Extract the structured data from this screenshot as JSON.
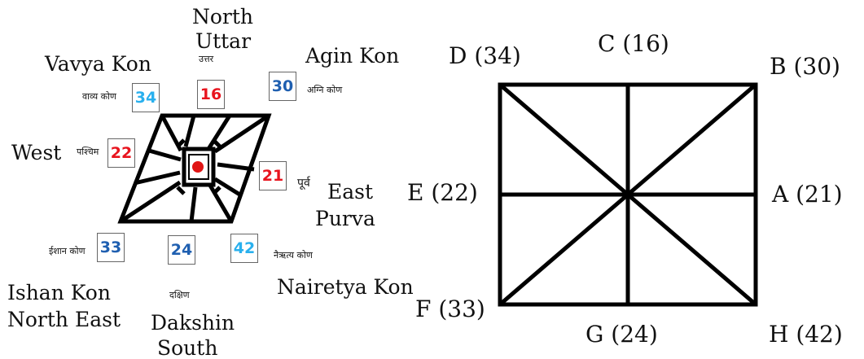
{
  "left_diagram": {
    "colors": {
      "red": "#e8141e",
      "blue_dark": "#1f5fb0",
      "blue_light": "#29b0ee",
      "dot": "#e01515"
    },
    "labels": {
      "north": "North",
      "uttar": "Uttar",
      "vavya_kon": "Vavya Kon",
      "agin_kon": "Agin Kon",
      "west": "West",
      "east": "East",
      "purva": "Purva",
      "ishan_kon": "Ishan Kon",
      "north_east": "North East",
      "dakshin": "Dakshin",
      "south": "South",
      "nairetya_kon": "Nairetya Kon"
    },
    "hindi": {
      "uttar": "उत्तर",
      "vavya": "वाव्य कोण",
      "agni": "अग्नि कोण",
      "pashchim": "पश्चिम",
      "purva": "पूर्व",
      "ishan": "ईशान कोण",
      "dakshin": "दक्षिण",
      "nairitya": "नैऋत्य  कोण"
    },
    "boxes": {
      "north": "16",
      "vavya": "34",
      "agni": "30",
      "west": "22",
      "east": "21",
      "ishan": "33",
      "south": "24",
      "nairitya": "42"
    }
  },
  "right_diagram": {
    "labels": {
      "D": "D (34)",
      "C": "C (16)",
      "B": "B (30)",
      "E": "E (22)",
      "A": "A (21)",
      "F": "F (33)",
      "G": "G (24)",
      "H": "H  (42)"
    }
  }
}
